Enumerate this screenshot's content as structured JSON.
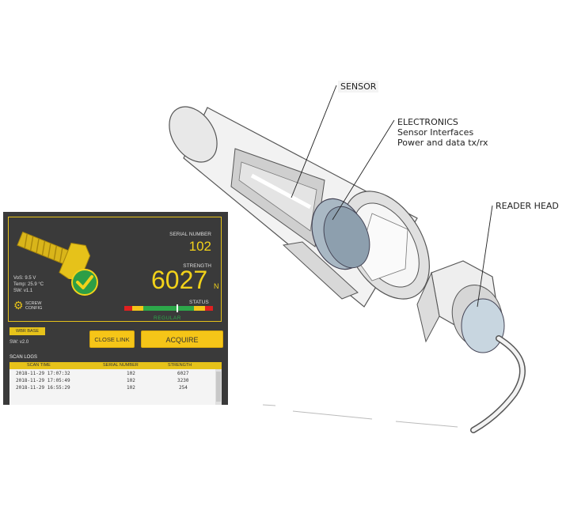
{
  "diagram": {
    "sensor_label": "SENSOR",
    "electronics_label": "ELECTRONICS",
    "electronics_line2": "Sensor Interfaces",
    "electronics_line3": "Power and data tx/rx",
    "reader_label": "READER HEAD"
  },
  "panel": {
    "device": {
      "vos": "VoS: 9.5 V",
      "temp": "Temp: 25.9 °C",
      "sw": "SW: v1.1",
      "config_line1": "SCREW",
      "config_line2": "CONFIG"
    },
    "serial_label": "SERIAL NUMBER",
    "serial_value": "102",
    "strength_label": "STRENGTH",
    "strength_value": "6027",
    "strength_unit": "N",
    "status_label": "STATUS",
    "status_value": "REGULAR",
    "status_level": 0.59,
    "status_segments": [
      "#e02020",
      "#f5c518",
      "#2da84a",
      "#2da84a",
      "#f5c518",
      "#e02020"
    ],
    "wbr_tag": "WBR BASE",
    "wbr_sw": "SW: v2.0",
    "close_link": "CLOSE LINK",
    "acquire": "ACQUIRE",
    "logs_title": "SCAN LOGS",
    "logs_headers": [
      "SCAN TIME",
      "SERIAL NUMBER",
      "STRENGTH"
    ],
    "logs": [
      [
        "2018-11-29 17:07:32",
        "102",
        "6027"
      ],
      [
        "2018-11-29 17:05:49",
        "102",
        "3230"
      ],
      [
        "2018-11-29 16:55:29",
        "102",
        "254"
      ]
    ]
  },
  "colors": {
    "accent": "#f5c518",
    "panel_bg": "#3a3a3a",
    "status_ok": "#2da84a",
    "status_bad": "#e02020"
  }
}
